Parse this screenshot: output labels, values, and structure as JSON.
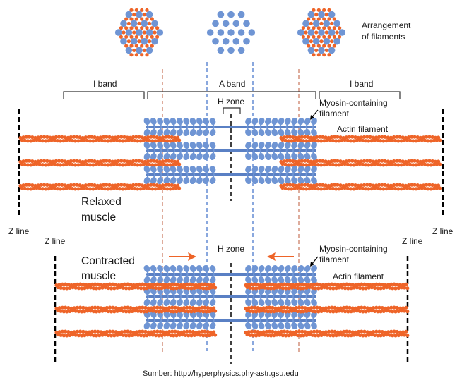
{
  "title": "Sarcomere structure: relaxed vs contracted muscle",
  "colors": {
    "myosin": "#6f95d4",
    "myosin_dark": "#5a80c4",
    "actin": "#ee6428",
    "actin_dark": "#d95519",
    "zline": "#000000",
    "a_band_guide": "#c9745a",
    "h_zone_guide": "#3c6fc7",
    "m_line": "#000000",
    "arrow": "#ee6428",
    "bracket": "#333333",
    "text": "#1a1a1a"
  },
  "labels": {
    "arrangement": [
      "Arrangement",
      "of filaments"
    ],
    "i_band_left": "I band",
    "a_band": "A band",
    "i_band_right": "I band",
    "h_zone_relaxed": "H zone",
    "h_zone_contracted": "H zone",
    "myosin_relaxed": [
      "Myosin-containing",
      "filament"
    ],
    "actin_relaxed": "Actin filament",
    "myosin_contracted": [
      "Myosin-containing",
      "filament"
    ],
    "actin_contracted": "Actin filament",
    "relaxed": [
      "Relaxed",
      "muscle"
    ],
    "contracted": [
      "Contracted",
      "muscle"
    ],
    "z_line_left_relaxed": "Z line",
    "z_line_left_contracted": "Z line",
    "z_line_right_relaxed": "Z line",
    "z_line_right_contracted": "Z line"
  },
  "cross_sections": [
    {
      "name": "overlap-region",
      "myosin": true,
      "actin": true
    },
    {
      "name": "h-zone-region",
      "myosin": true,
      "actin": false
    },
    {
      "name": "overlap-region-right",
      "myosin": true,
      "actin": true
    }
  ],
  "source": "Sumber: http://hyperphysics.phy-astr.gsu.edu"
}
